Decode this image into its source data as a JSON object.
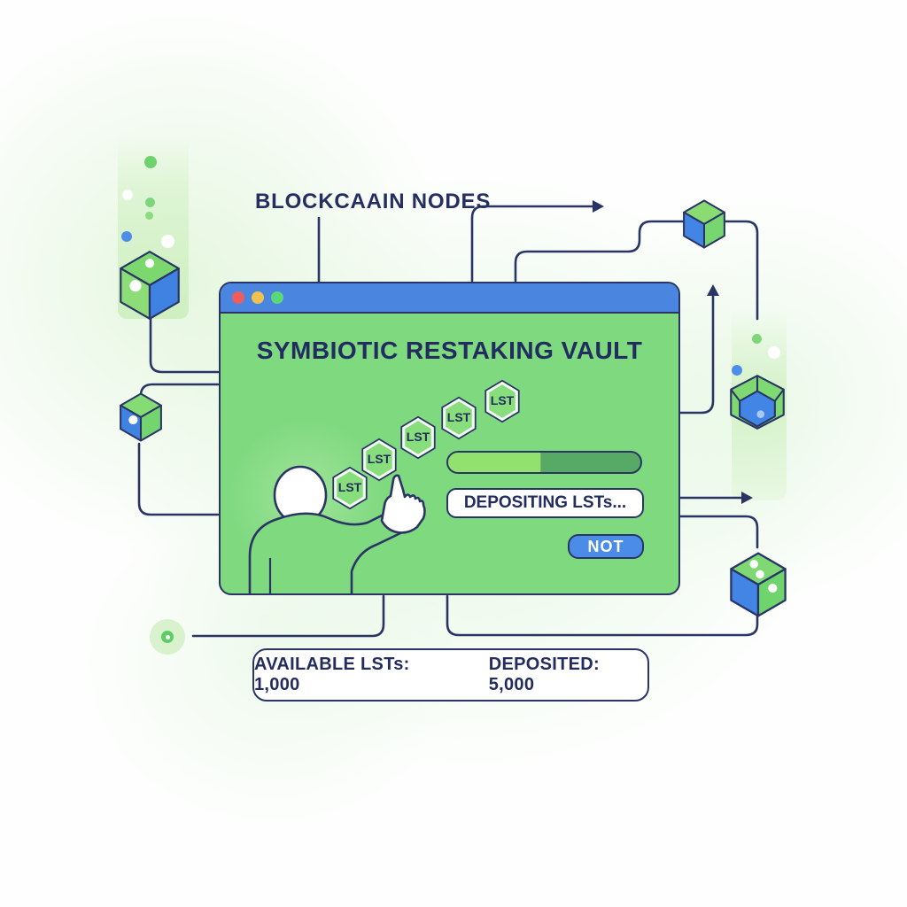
{
  "scene": {
    "label_blockchain_nodes": "BLOCKCAAIN NODES"
  },
  "window": {
    "title": "SYMBIOTIC RESTAKING VAULT",
    "traffic_lights": [
      {
        "name": "close",
        "color": "#ee5d5d"
      },
      {
        "name": "minimize",
        "color": "#f2c04e"
      },
      {
        "name": "expand",
        "color": "#5bd878"
      }
    ],
    "hexagons": [
      {
        "label": "LST"
      },
      {
        "label": "LST"
      },
      {
        "label": "LST"
      },
      {
        "label": "LST"
      },
      {
        "label": "LST"
      }
    ],
    "progress": {
      "percent_light": 48,
      "color_left": "#92e06e",
      "color_right": "#57a966"
    },
    "status_text": "DEPOSITING LSTs...",
    "button_label": "NOT"
  },
  "stats": {
    "available": "AVAILABLE LSTs: 1,000",
    "deposited": "DEPOSITED: 5,000"
  },
  "palette": {
    "navy_line": "#2a3566",
    "text_navy": "#222c5e",
    "window_green": "#7fd97f",
    "titlebar_blue": "#4a86e0",
    "button_blue": "#4a8ce8",
    "cube_green_top": "#7ed973",
    "cube_green_side": "#8cdc77",
    "cube_blue_side": "#4285e5"
  }
}
